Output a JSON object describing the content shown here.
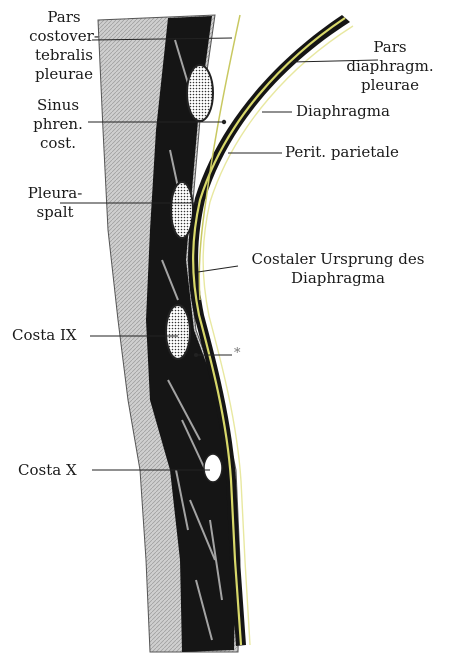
{
  "labels": {
    "pars_costovertebralis": [
      "Pars",
      "costover-",
      "tebralis",
      "pleurae"
    ],
    "sinus_phren": [
      "Sinus",
      "phren.",
      "cost."
    ],
    "pleuraspalt": [
      "Pleura-",
      "spalt"
    ],
    "costa_ix": "Costa IX",
    "costa_x": "Costa X",
    "pars_diaphragm": [
      "Pars",
      "diaphragm.",
      "pleurae"
    ],
    "diaphragma": "Diaphragma",
    "perit_parietale": "Perit. parietale",
    "costaler_ursprung": [
      "Costaler Ursprung des",
      "Diaphragma"
    ],
    "asterisk": "*"
  },
  "colors": {
    "ink": "#1a1a1a",
    "muscle_dark": "#151515",
    "tissue_gray": "#c9c9c9",
    "pleura_yellow": "#d8d86a",
    "paper": "#ffffff"
  }
}
